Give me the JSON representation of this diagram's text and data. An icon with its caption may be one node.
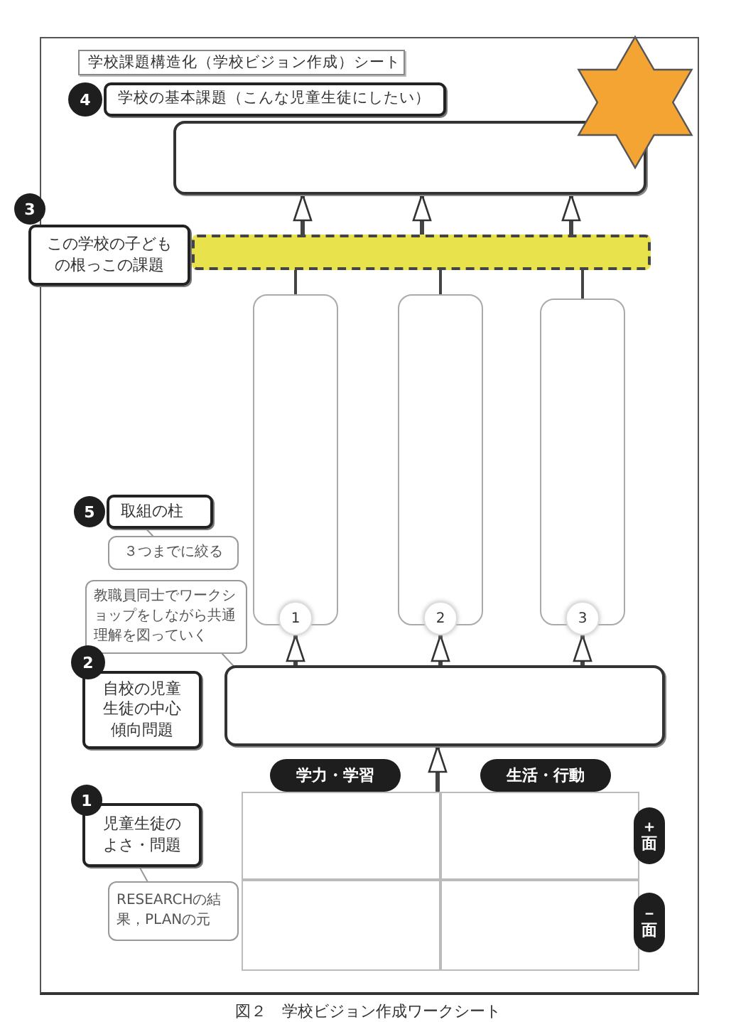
{
  "diagram": {
    "title": "学校課題構造化（学校ビジョン作成）シート",
    "caption": "図２　学校ビジョン作成ワークシート",
    "nodes": [
      {
        "text": [
          "学校の基本課題（こんな児童生徒にしたい）"
        ]
      },
      {
        "text": [],
        "shape": "box"
      },
      {
        "text": [
          "この学校の子どもの根っこの課題"
        ]
      },
      {
        "text": [],
        "shape": "bar"
      },
      {
        "text": [],
        "shape": "box"
      },
      {
        "text": [],
        "shape": "box"
      },
      {
        "text": [],
        "shape": "box"
      },
      {
        "text": [
          "1"
        ]
      },
      {
        "text": [
          "2"
        ]
      },
      {
        "text": [
          "3"
        ]
      },
      {
        "text": [
          "取組の柱"
        ]
      },
      {
        "text": [
          "３つまでに絞る"
        ]
      },
      {
        "text": [
          "教職員同士でワークショップをしながら共通理解を図っていく"
        ]
      },
      {
        "text": [
          "自校の児童生徒の中心傾向問題"
        ]
      },
      {
        "text": [],
        "shape": "box"
      },
      {
        "text": [
          "学力・学習"
        ]
      },
      {
        "text": [
          "生活・行動"
        ]
      },
      {
        "text": [],
        "shape": "box"
      },
      {
        "text": [],
        "shape": "box"
      },
      {
        "text": [],
        "shape": "box"
      },
      {
        "text": [],
        "shape": "box"
      },
      {
        "text": [
          "＋面"
        ]
      },
      {
        "text": [
          "－面"
        ]
      },
      {
        "text": [
          "児童生徒のよさ・問題"
        ]
      },
      {
        "text": [
          "RESEARCHの結果，PLANの元"
        ]
      },
      {
        "text": [],
        "shape": "star"
      },
      {
        "text": [
          "4"
        ]
      },
      {
        "text": [
          "3"
        ]
      },
      {
        "text": [
          "5"
        ]
      },
      {
        "text": [
          "2"
        ]
      },
      {
        "text": [
          "1"
        ]
      }
    ],
    "edges": [
      {
        "from": 3,
        "to": 1,
        "arrow": "to"
      },
      {
        "from": 3,
        "to": 1,
        "arrow": "to"
      },
      {
        "from": 3,
        "to": 1,
        "arrow": "to"
      },
      {
        "from": 3,
        "to": 4,
        "arrow": "none"
      },
      {
        "from": 3,
        "to": 5,
        "arrow": "none"
      },
      {
        "from": 3,
        "to": 6,
        "arrow": "none"
      },
      {
        "from": 14,
        "to": 7,
        "arrow": "to"
      },
      {
        "from": 14,
        "to": 8,
        "arrow": "to"
      },
      {
        "from": 14,
        "to": 9,
        "arrow": "to"
      },
      {
        "from": 17,
        "to": 14,
        "arrow": "to"
      }
    ]
  }
}
